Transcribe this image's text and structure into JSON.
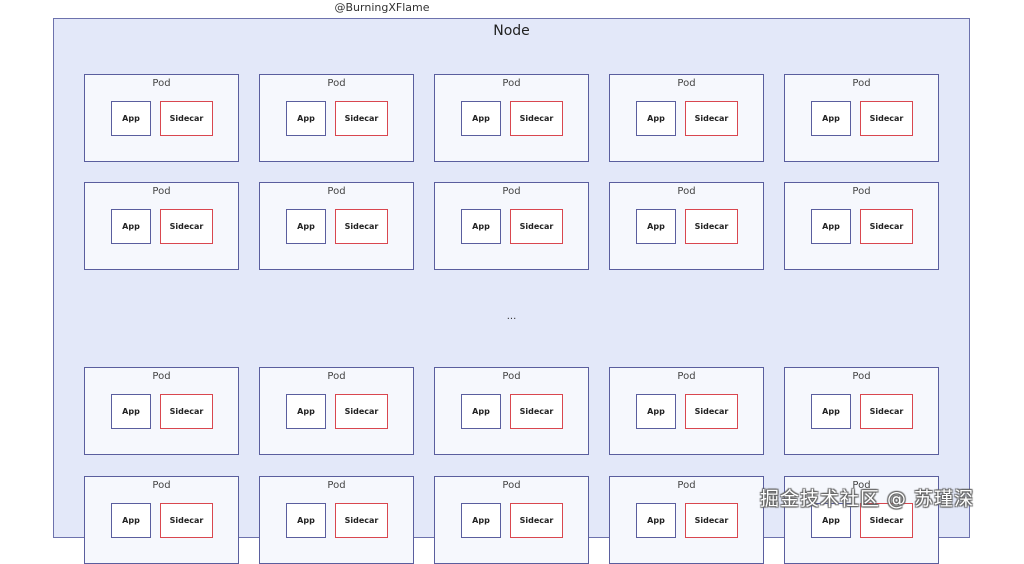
{
  "credit": "@BurningXFlame",
  "node": {
    "label": "Node",
    "pod_label": "Pod",
    "app_label": "App",
    "sidecar_label": "Sidecar",
    "ellipsis": "...",
    "rows": [
      {
        "pods": 5
      },
      {
        "pods": 5
      },
      {
        "pods": 5
      },
      {
        "pods": 5
      }
    ]
  },
  "colors": {
    "node_fill": "#e3e8f9",
    "app_border": "#5a5e9e",
    "sidecar_border": "#d9474f"
  },
  "watermark": "掘金技术社区 @ 苏瑾深"
}
